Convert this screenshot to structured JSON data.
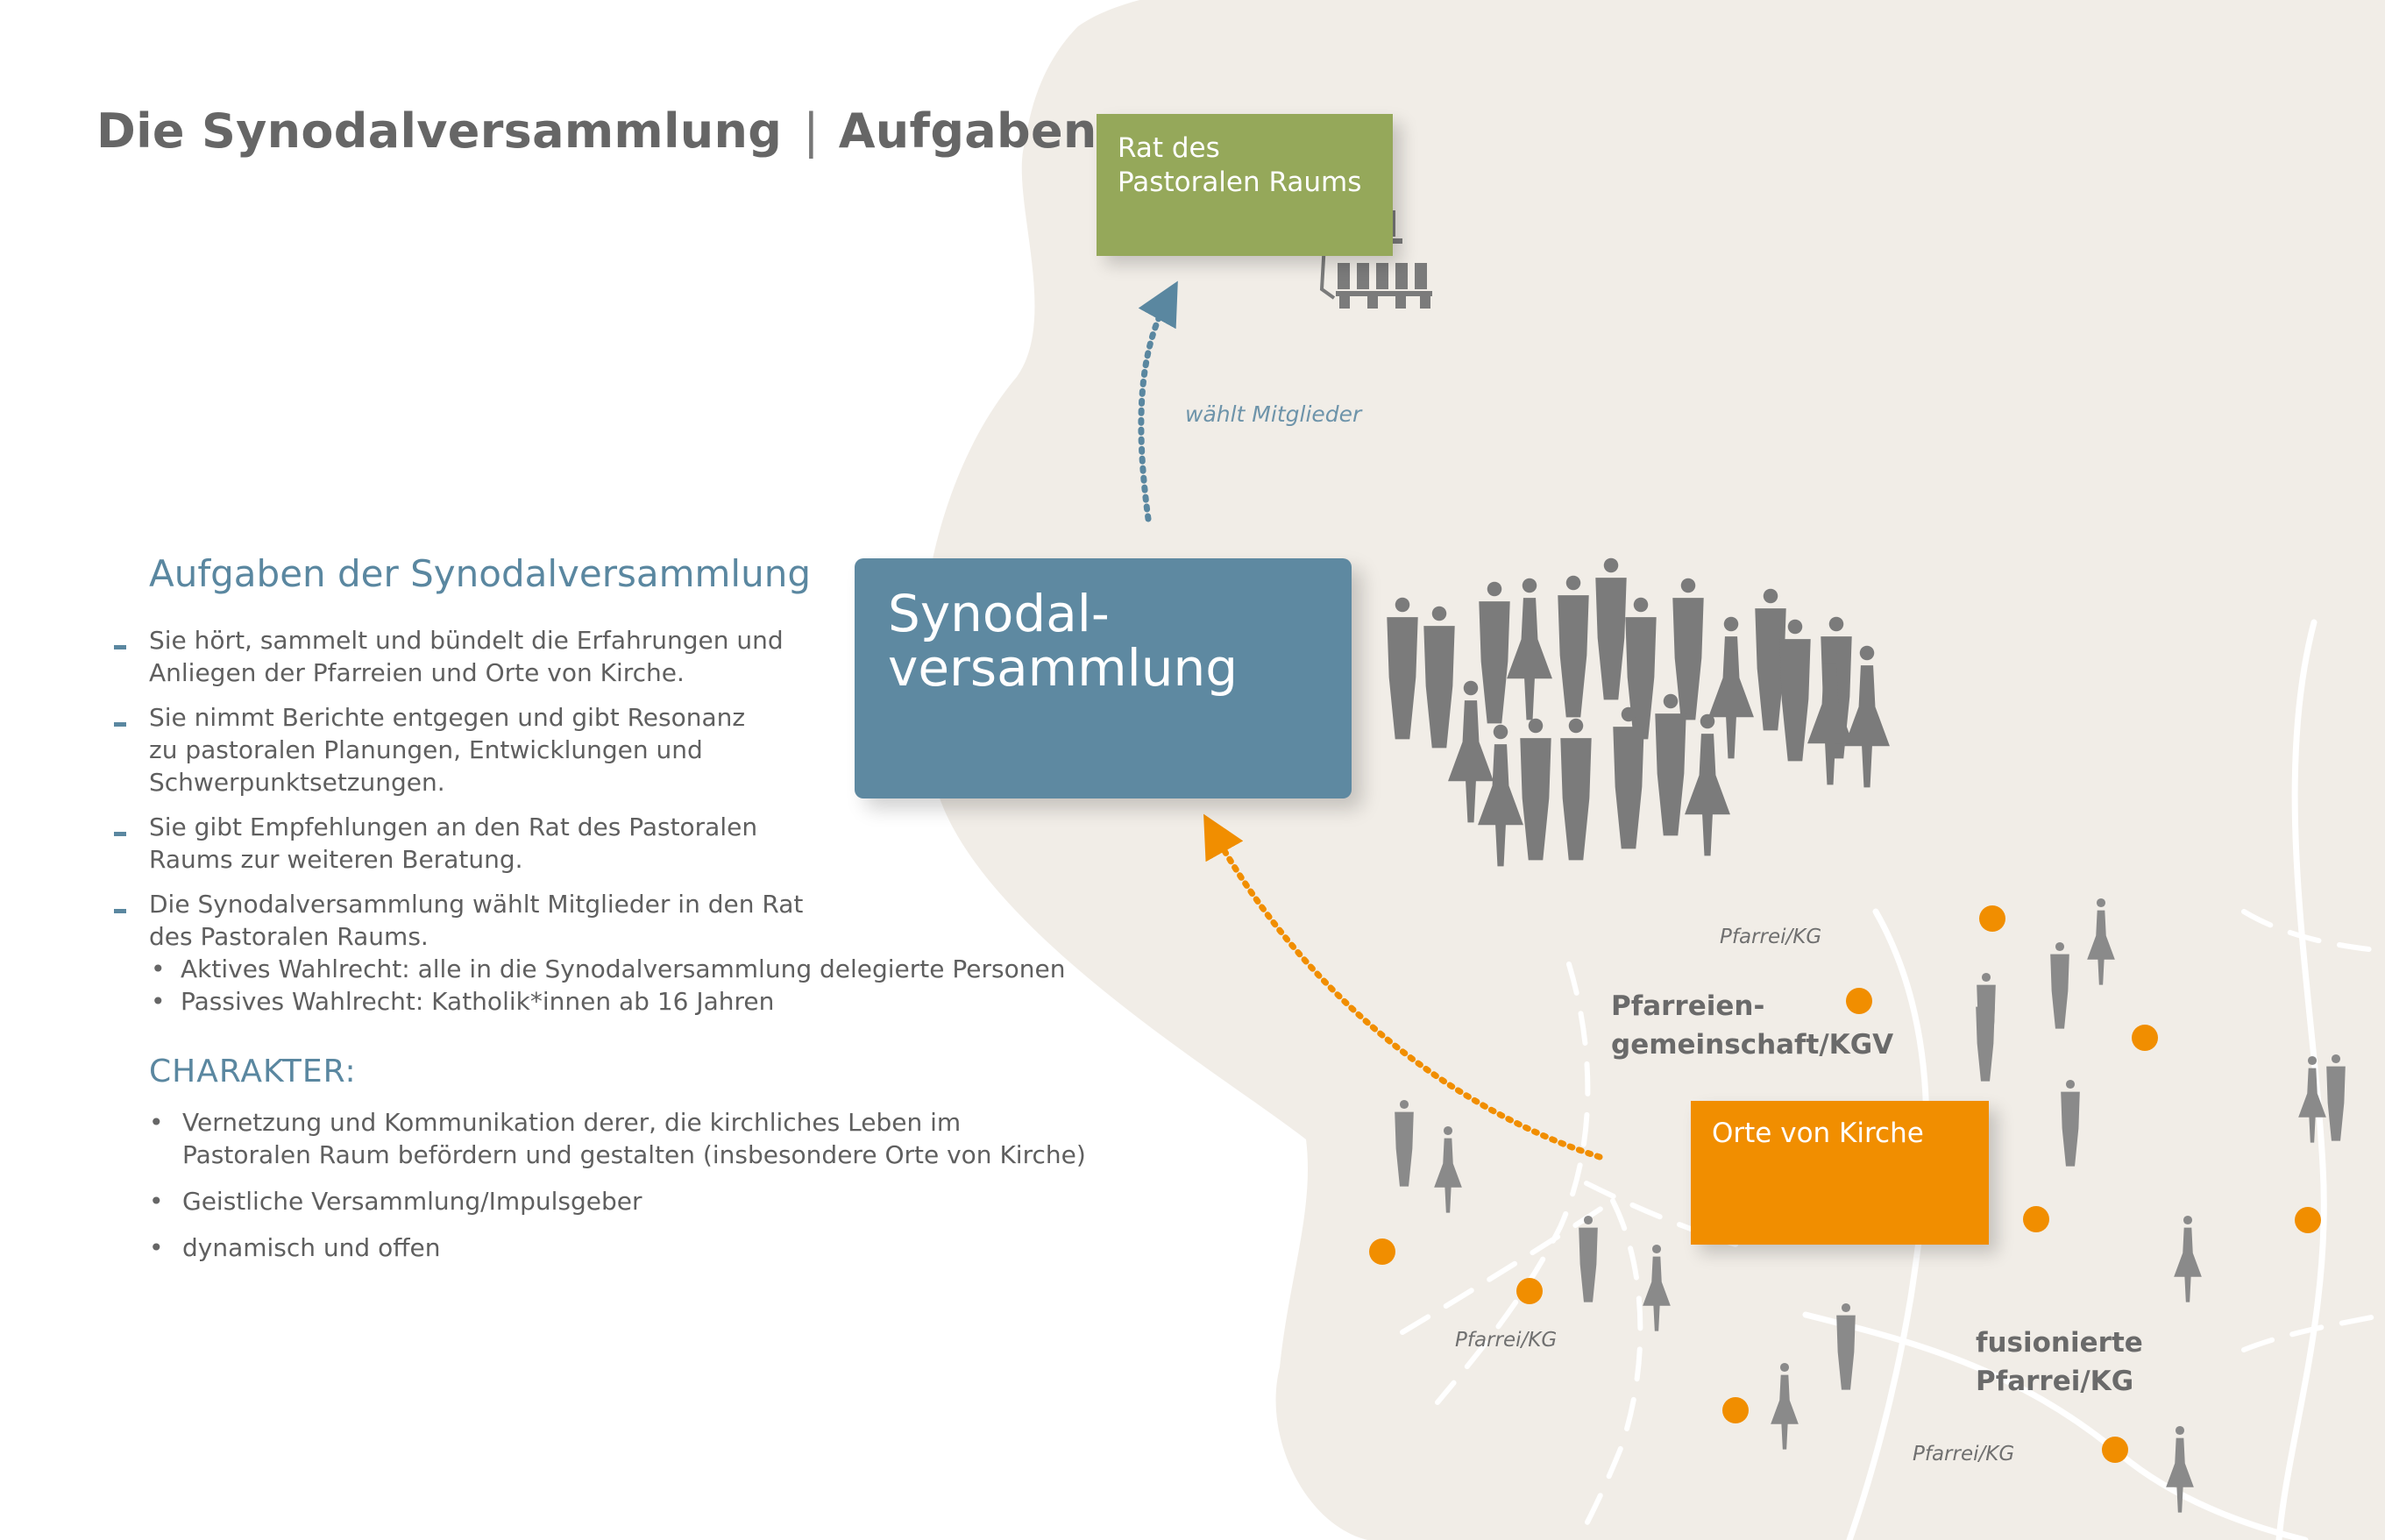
{
  "header": {
    "title": "Die Synodalversammlung",
    "subtitle": "Aufgaben"
  },
  "tasks": {
    "heading": "Aufgaben der Synodalversammlung",
    "items": [
      {
        "text": "Sie hört, sammelt und bündelt die Erfahrungen und",
        "text2": "Anliegen der Pfarreien und Orte von Kirche."
      },
      {
        "text": "Sie nimmt Berichte entgegen und gibt Resonanz",
        "text2": "zu pastoralen Planungen, Entwicklungen und",
        "text3": "Schwerpunktsetzungen."
      },
      {
        "text": "Sie gibt Empfehlungen an den Rat des Pastoralen",
        "text2": "Raums zur weiteren Beratung."
      },
      {
        "text": "Die Synodalversammlung wählt Mitglieder in den Rat",
        "text2": "des Pastoralen Raums."
      }
    ],
    "subitems": [
      "Aktives Wahlrecht: alle in die Synodalversammlung delegierte Personen",
      "Passives Wahlrecht: Katholik*innen ab 16 Jahren"
    ]
  },
  "character": {
    "heading": "CHARAKTER:",
    "items": [
      {
        "text": "Vernetzung und Kommunikation derer, die kirchliches Leben im",
        "text2": "Pastoralen Raum befördern und gestalten (insbesondere Orte von Kirche)"
      },
      {
        "text": "Geistliche Versammlung/Impulsgeber"
      },
      {
        "text": "dynamisch und offen"
      }
    ]
  },
  "diagram": {
    "rat_box": {
      "line1": "Rat des",
      "line2": "Pastoralen Raums"
    },
    "synodal_box": {
      "line1": "Synodal-",
      "line2": "versammlung"
    },
    "orte_box": {
      "label": "Orte von Kirche"
    },
    "arrow_label": "wählt Mitglieder",
    "area_pfarreiengemeinschaft": {
      "line1": "Pfarreien-",
      "line2": "gemeinschaft/KGV"
    },
    "area_fusionierte": {
      "line1": "fusionierte",
      "line2": "Pfarrei/KG"
    },
    "pfarrei_labels": [
      "Pfarrei/KG",
      "Pfarrei/KG",
      "Pfarrei/KG"
    ]
  },
  "colors": {
    "blob": "#f1ede7",
    "rat_green": "#95a85a",
    "synodal_blue": "#5e89a1",
    "orte_orange": "#f18e00",
    "arrow_blue": "#5a87a0",
    "people_gray": "#7b7b7b",
    "people_light": "#8c8c8c",
    "dot_orange": "#f18e00"
  }
}
